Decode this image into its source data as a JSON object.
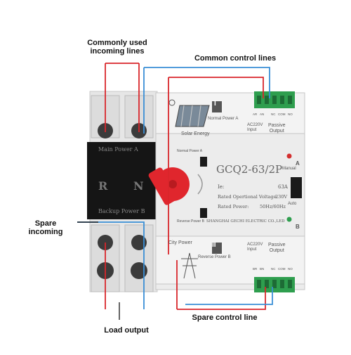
{
  "callouts": {
    "incoming_lines_1": "Commonly used",
    "incoming_lines_2": "incoming lines",
    "common_control": "Common control lines",
    "spare_incoming_1": "Spare",
    "spare_incoming_2": "incoming",
    "spare_control": "Spare control line",
    "load_output": "Load output"
  },
  "device": {
    "model": "GCQ2-63/2P",
    "ie_label": "Ie:",
    "ie_value": "63A",
    "rated_voltage_label": "Rated Opertional Voltage:",
    "rated_voltage_value": "230V",
    "rated_power_label": "Rated Power:",
    "rated_power_value": "50Hz/60Hz",
    "maker": "SHANGHAI GECHI ELECTRIC CO.,LED",
    "main_power": "Main Power A",
    "backup_power": "Backup Power B",
    "pole_left": "R",
    "pole_right": "N",
    "normal_power_a": "Normal Power A",
    "normal_power_a_small": "Normal Power A",
    "reverse_power_b_small": "Reverse Power B",
    "reverse_power_b": "Reverse Power B",
    "solar_energy": "Solar Energy",
    "city_power": "City Power",
    "roman_1": "I",
    "roman_2": "II",
    "ac_input_top_1": "AC220V",
    "ac_input_top_2": "Input",
    "passive_output_top_1": "Passive",
    "passive_output_top_2": "Output",
    "ac_input_bot_1": "AC220V",
    "ac_input_bot_2": "Input",
    "passive_output_bot_1": "Passive",
    "passive_output_bot_2": "Output",
    "terminals_top": [
      "AR",
      "AN",
      "NC",
      "COM",
      "NO"
    ],
    "terminals_bot": [
      "BR",
      "BN",
      "NC",
      "COM",
      "NO"
    ],
    "manual": "Manual",
    "auto": "Auto",
    "indicator_a": "A",
    "indicator_b": "B"
  },
  "colors": {
    "red_line": "#d9262b",
    "blue_line": "#3a8fd6",
    "handle": "#e0262d",
    "terminal_green": "#2e9e4e",
    "housing": "#e9e9e9",
    "black_block": "#151515"
  }
}
